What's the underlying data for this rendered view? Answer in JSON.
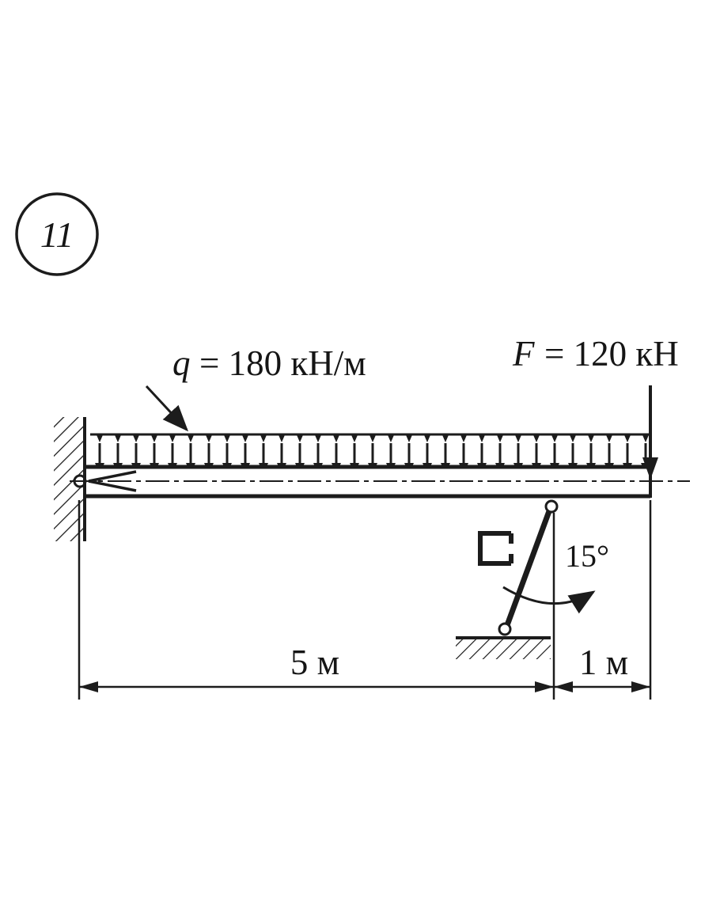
{
  "figure": {
    "problem_number": "11",
    "distributed_load": {
      "symbol": "q",
      "value": "= 180 кН/м"
    },
    "force": {
      "symbol": "F",
      "value": "= 120 кН"
    },
    "angle_label": "15°",
    "dimensions": {
      "span_left": "5 м",
      "span_right": "1 м"
    }
  }
}
